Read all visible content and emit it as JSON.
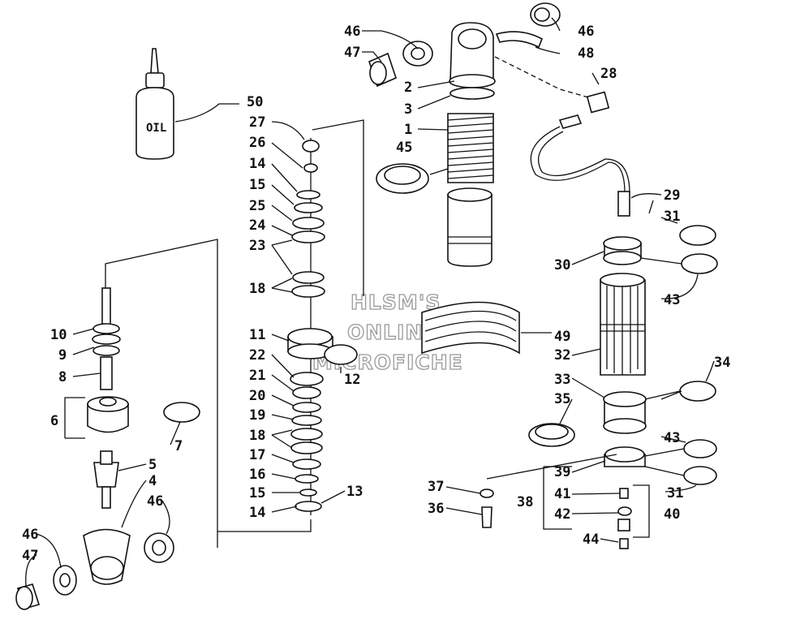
{
  "watermark": [
    "HLSM'S",
    "ONLINE",
    "MICROFICHE"
  ],
  "oil_label": "OIL",
  "callouts": [
    "1",
    "2",
    "3",
    "4",
    "5",
    "6",
    "7",
    "8",
    "9",
    "10",
    "11",
    "12",
    "13",
    "14",
    "15",
    "16",
    "17",
    "18",
    "19",
    "20",
    "21",
    "22",
    "23",
    "24",
    "25",
    "26",
    "27",
    "28",
    "29",
    "30",
    "31",
    "32",
    "33",
    "34",
    "35",
    "36",
    "37",
    "38",
    "39",
    "40",
    "41",
    "42",
    "43",
    "44",
    "45",
    "46",
    "47",
    "48",
    "49",
    "50"
  ]
}
